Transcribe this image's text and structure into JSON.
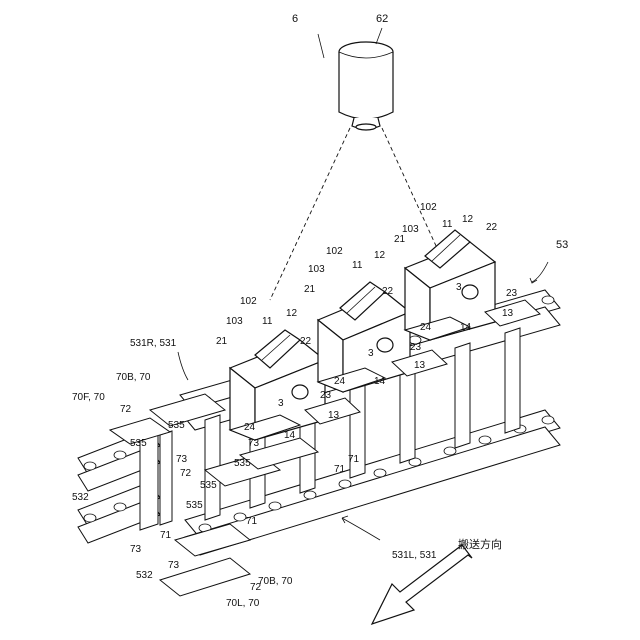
{
  "labels": {
    "camera_unit": "6",
    "camera": "62",
    "item_102a": "102",
    "item_102b": "102",
    "item_102c": "102",
    "item_103a": "103",
    "item_103b": "103",
    "item_103c": "103",
    "item_11a": "11",
    "item_11b": "11",
    "item_11c": "11",
    "item_12a": "12",
    "item_12b": "12",
    "item_12c": "12",
    "item_21a": "21",
    "item_21b": "21",
    "item_21c": "21",
    "item_22a": "22",
    "item_22b": "22",
    "item_22c": "22",
    "item_3a": "3",
    "item_3b": "3",
    "item_3c": "3",
    "item_23a": "23",
    "item_23b": "23",
    "item_23c": "23",
    "item_24a": "24",
    "item_24b": "24",
    "item_24c": "24",
    "item_13a": "13",
    "item_13b": "13",
    "item_13c": "13",
    "item_14a": "14",
    "item_14b": "14",
    "item_14c": "14",
    "conveyor": "53",
    "chain_right": "531R, 531",
    "chain_left": "531L, 531",
    "attach_70b_upper": "70B, 70",
    "attach_70f": "70F, 70",
    "attach_70b_lower": "70B, 70",
    "attach_70l": "70L, 70",
    "item_72a": "72",
    "item_72b": "72",
    "item_72c": "72",
    "item_535a": "535",
    "item_535b": "535",
    "item_535c": "535",
    "item_535d": "535",
    "item_535e": "535",
    "item_73a": "73",
    "item_73b": "73",
    "item_73c": "73",
    "item_73d": "73",
    "item_71a": "71",
    "item_71b": "71",
    "item_71c": "71",
    "item_71d": "71",
    "item_532a": "532",
    "item_532b": "532",
    "direction": "搬送方向"
  }
}
